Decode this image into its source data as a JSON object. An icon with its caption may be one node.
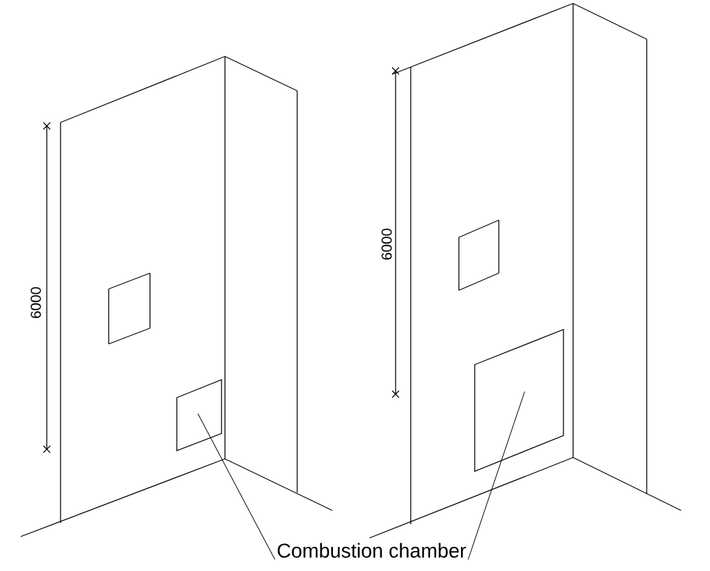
{
  "diagram": {
    "nodes": [
      {
        "text": [],
        "shape": "box"
      },
      {
        "text": [],
        "shape": "box"
      },
      {
        "text": [
          "Combustion chamber"
        ]
      }
    ],
    "edges": [
      {
        "from": 2,
        "to": 0,
        "arrow": "none"
      },
      {
        "from": 2,
        "to": 1,
        "arrow": "none"
      }
    ],
    "labels": [
      "6000",
      "6000"
    ]
  }
}
